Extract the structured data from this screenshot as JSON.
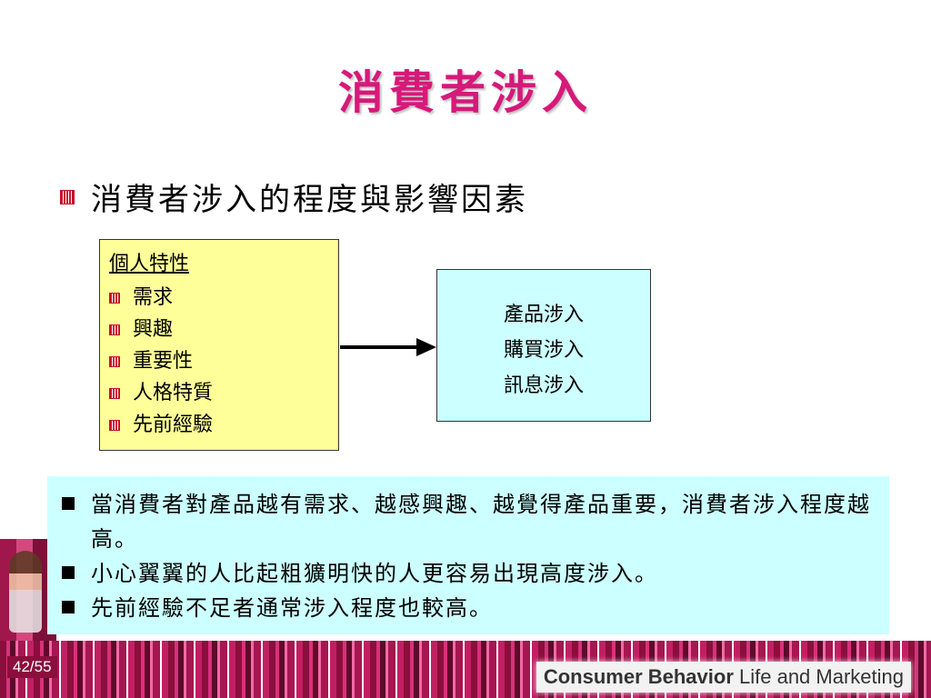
{
  "slide": {
    "title": "消費者涉入",
    "main_bullet": "消費者涉入的程度與影響因素"
  },
  "left_box": {
    "heading": "個人特性",
    "items": [
      "需求",
      "興趣",
      "重要性",
      "人格特質",
      "先前經驗"
    ]
  },
  "right_box": {
    "items": [
      "產品涉入",
      "購買涉入",
      "訊息涉入"
    ]
  },
  "notes": [
    "當消費者對產品越有需求、越感興趣、越覺得產品重要，消費者涉入程度越高。",
    "小心翼翼的人比起粗獷明快的人更容易出現高度涉入。",
    "先前經驗不足者通常涉入程度也較高。"
  ],
  "footer": {
    "page": "42/55",
    "brand_bold": "Consumer Behavior",
    "brand_rest": " Life and Marketing"
  },
  "colors": {
    "title": "#d6197a",
    "left_box_bg": "#ffff99",
    "right_box_bg": "#ccffff",
    "note_bg": "#ccffff",
    "footer_stripe": "#8a0f3c"
  }
}
